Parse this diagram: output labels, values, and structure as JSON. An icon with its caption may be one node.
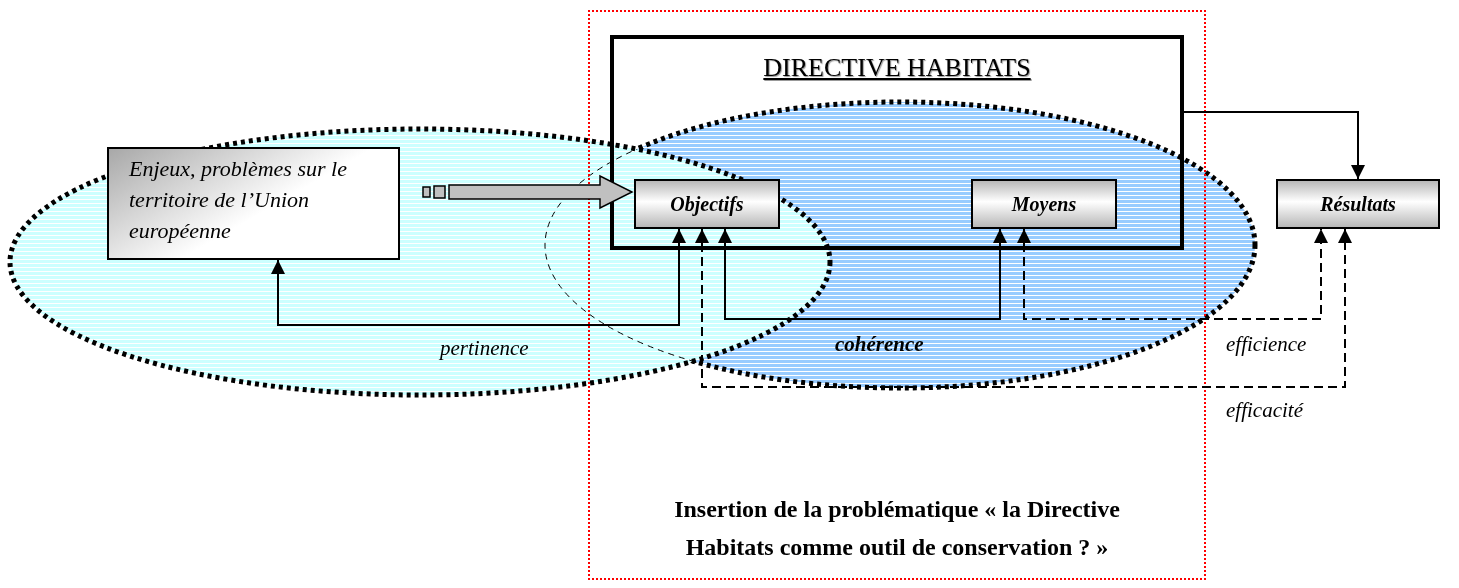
{
  "diagram": {
    "nodes": [
      {
        "text": [
          "Insertion de la problématique « la Directive Habitats comme outil de conservation ? »"
        ]
      },
      {
        "text": [
          "DIRECTIVE HABITATS"
        ],
        "in": 0
      },
      {
        "text": [
          "Objectifs"
        ],
        "in": 1
      },
      {
        "text": [
          "Moyens"
        ],
        "in": 1
      },
      {
        "text": [
          "Enjeux, problèmes sur le territoire de l’Union européenne"
        ]
      },
      {
        "text": [
          "Résultats"
        ]
      }
    ],
    "edges": [
      {
        "from": 4,
        "to": 2,
        "arrow": "to",
        "style": "thick",
        "color": "#c0c0c0"
      },
      {
        "from": 1,
        "to": 5,
        "arrow": "to"
      },
      {
        "from": 2,
        "to": 4,
        "arrow": "both",
        "label": "pertinence"
      },
      {
        "from": 2,
        "to": 3,
        "arrow": "both",
        "label": "**cohérence**"
      },
      {
        "from": 3,
        "to": 5,
        "arrow": "both",
        "style": "dashed",
        "label": "efficience"
      },
      {
        "from": 2,
        "to": 5,
        "arrow": "both",
        "style": "dashed",
        "label": "efficacité"
      }
    ]
  }
}
